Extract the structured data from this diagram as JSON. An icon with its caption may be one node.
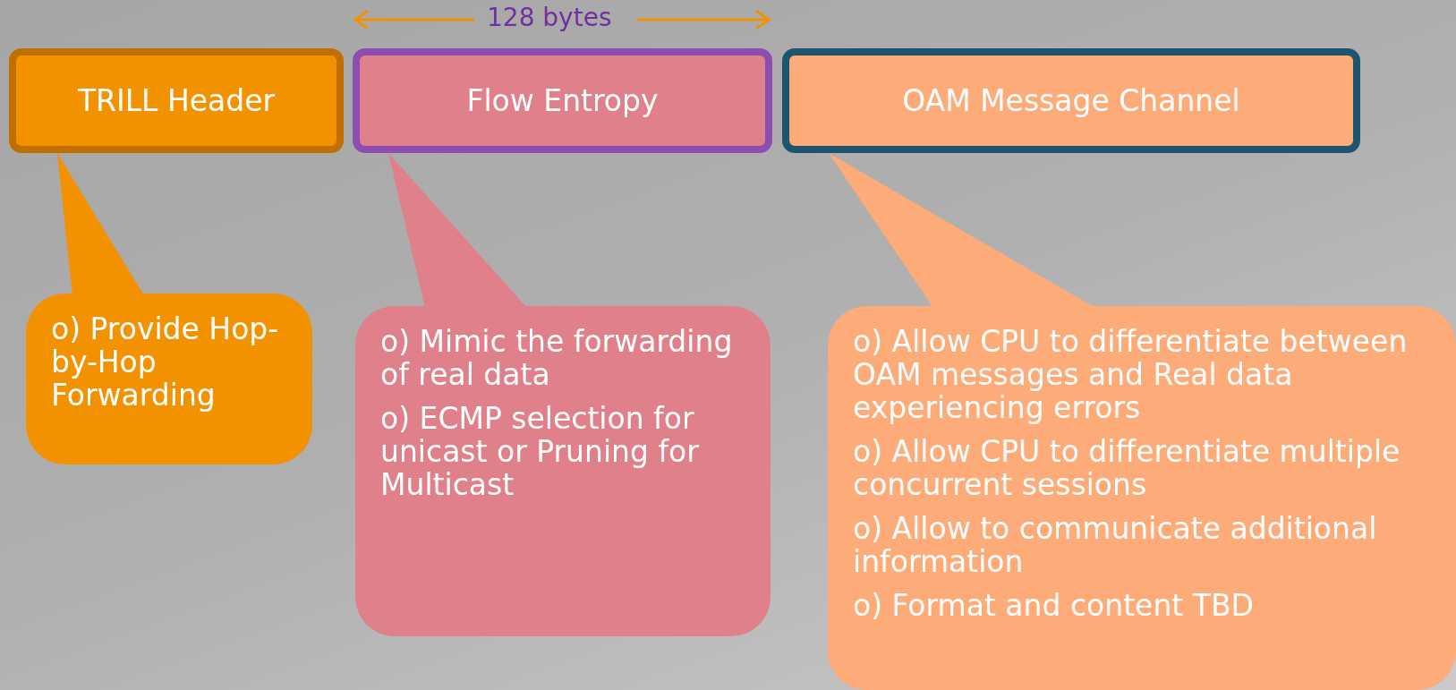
{
  "diagram": {
    "nodes": [
      {
        "text": [
          "TRILL Header"
        ]
      },
      {
        "text": [
          "Flow Entropy"
        ],
        "beside": [
          "128 bytes"
        ]
      },
      {
        "text": [
          "OAM Message Channel"
        ]
      },
      {
        "text": [
          "o) Provide Hop-by-Hop Forwarding"
        ]
      },
      {
        "text": [
          "o) Mimic the forwarding of real data",
          "o) ECMP selection for unicast or Pruning for Multicast"
        ]
      },
      {
        "text": [
          "o) Allow CPU to differentiate between OAM messages and Real data experiencing errors",
          "o) Allow CPU to differentiate multiple concurrent sessions",
          "o) Allow to communicate additional information",
          "o) Format and content TBD"
        ]
      }
    ],
    "edges": [
      {
        "from": 3,
        "to": 0,
        "arrow": "to"
      },
      {
        "from": 4,
        "to": 1,
        "arrow": "to"
      },
      {
        "from": 5,
        "to": 2,
        "arrow": "to"
      }
    ]
  }
}
